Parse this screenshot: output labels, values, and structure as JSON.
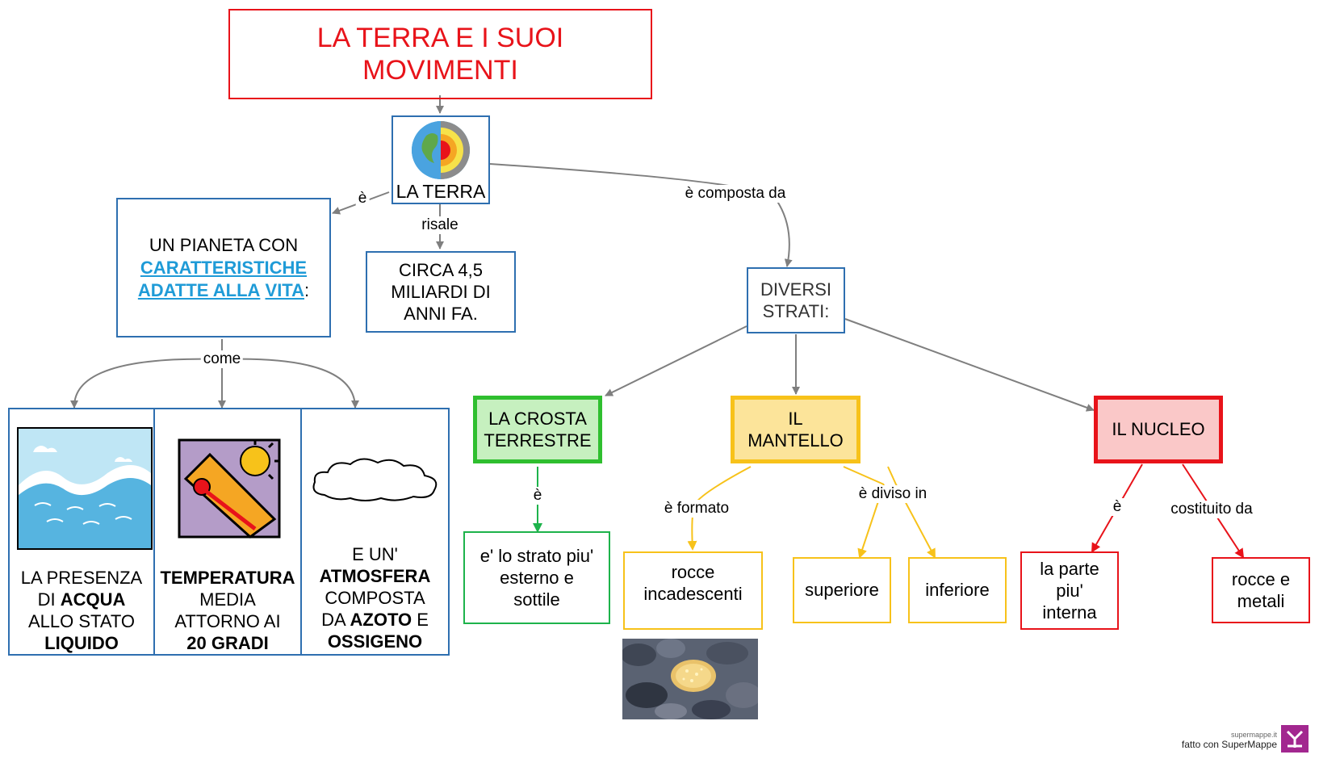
{
  "title": {
    "line1": "LA TERRA E I SUOI",
    "line2": "MOVIMENTI"
  },
  "earth": {
    "label": "LA TERRA"
  },
  "links": {
    "e_left": "è",
    "risale": "risale",
    "composta": "è composta da",
    "come": "come",
    "e_crosta": "è",
    "formato": "è formato",
    "diviso": "è diviso in",
    "e_nucleo": "è",
    "costituito": "costituito da"
  },
  "pianeta": {
    "line1": "UN PIANETA  CON",
    "link1": "CARATTERISTICHE",
    "link2a": "ADATTE ALLA",
    "link2b": "VITA",
    "suffix": ":"
  },
  "eta": {
    "line1": "CIRCA   4,5",
    "line2": "MILIARDI DI",
    "line3": "ANNI FA."
  },
  "strati": {
    "line1": "DIVERSI",
    "line2": "STRATI:"
  },
  "cards": {
    "acqua": {
      "l1": "LA  PRESENZA",
      "l2a": "DI ",
      "l2b": "ACQUA",
      "l3": "ALLO STATO",
      "l4": "LIQUIDO"
    },
    "temp": {
      "l1": "TEMPERATURA",
      "l2": "MEDIA",
      "l3": "ATTORNO AI",
      "l4": "20 GRADI"
    },
    "atm": {
      "l1": "E UN'",
      "l2": "ATMOSFERA",
      "l3": "COMPOSTA",
      "l4a": "DA ",
      "l4b": "AZOTO",
      "l4c": " E",
      "l5": "OSSIGENO"
    }
  },
  "crosta": {
    "line1": "LA CROSTA",
    "line2": "TERRESTRE",
    "desc1": "e' lo strato piu'",
    "desc2": "esterno e",
    "desc3": "sottile"
  },
  "mantello": {
    "line1": "IL",
    "line2": "MANTELLO",
    "rocce1": "rocce",
    "rocce2": "incadescenti",
    "sup": "superiore",
    "inf": "inferiore"
  },
  "nucleo": {
    "title": "IL NUCLEO",
    "parte1": "la parte",
    "parte2": "piu'",
    "parte3": "interna",
    "rm1": "rocce e",
    "rm2": "metali"
  },
  "footer": {
    "small": "supermappe.it",
    "text": "fatto con SuperMappe"
  },
  "colors": {
    "title_red": "#e8131a",
    "blue_border": "#2e6fb0",
    "green": "#2fbf2f",
    "yellow": "#f7c21a",
    "red": "#e8131a",
    "gray_arrow": "#7f7f7f"
  }
}
